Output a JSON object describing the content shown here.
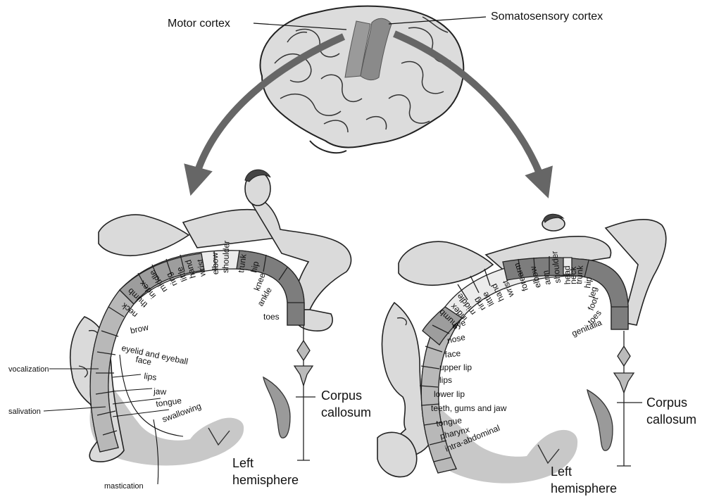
{
  "callouts": {
    "motor_cortex": "Motor cortex",
    "somatosensory_cortex": "Somatosensory cortex"
  },
  "motor_homunculus": {
    "body_parts": [
      "toes",
      "ankle",
      "knee",
      "hip",
      "trunk",
      "shoulder",
      "elbow",
      "wrist",
      "hand",
      "little",
      "ring",
      "middle",
      "index",
      "thumb",
      "neck",
      "brow",
      "eyelid and eyeball",
      "face",
      "lips",
      "jaw",
      "tongue",
      "swallowing"
    ],
    "side_labels": [
      "vocalization",
      "salivation",
      "mastication"
    ],
    "corpus_callosum": [
      "Corpus",
      "callosum"
    ],
    "hemisphere": [
      "Left",
      "hemisphere"
    ]
  },
  "sensory_homunculus": {
    "body_parts": [
      "genitalia",
      "toes",
      "foot",
      "leg",
      "hip",
      "trunk",
      "neck",
      "head",
      "shoulder",
      "arm",
      "elbow",
      "forearm",
      "wrist",
      "hand",
      "little",
      "ring",
      "middle",
      "index",
      "thumb",
      "eye",
      "nose",
      "face",
      "upper lip",
      "lips",
      "lower lip",
      "teeth, gums and jaw",
      "tongue",
      "pharynx",
      "intra-abdominal"
    ],
    "corpus_callosum": [
      "Corpus",
      "callosum"
    ],
    "hemisphere": [
      "Left",
      "hemisphere"
    ]
  },
  "colors": {
    "arrow": "#6a6a6a",
    "cortex_strip": "#9a9a9a",
    "segment_dark": "#7d7d7d",
    "segment_mid": "#b8b8b8",
    "segment_light": "#ececec",
    "figure_fill": "#d9d9d9",
    "hemisphere_fill": "#c8c8c8",
    "ink": "#222222"
  }
}
